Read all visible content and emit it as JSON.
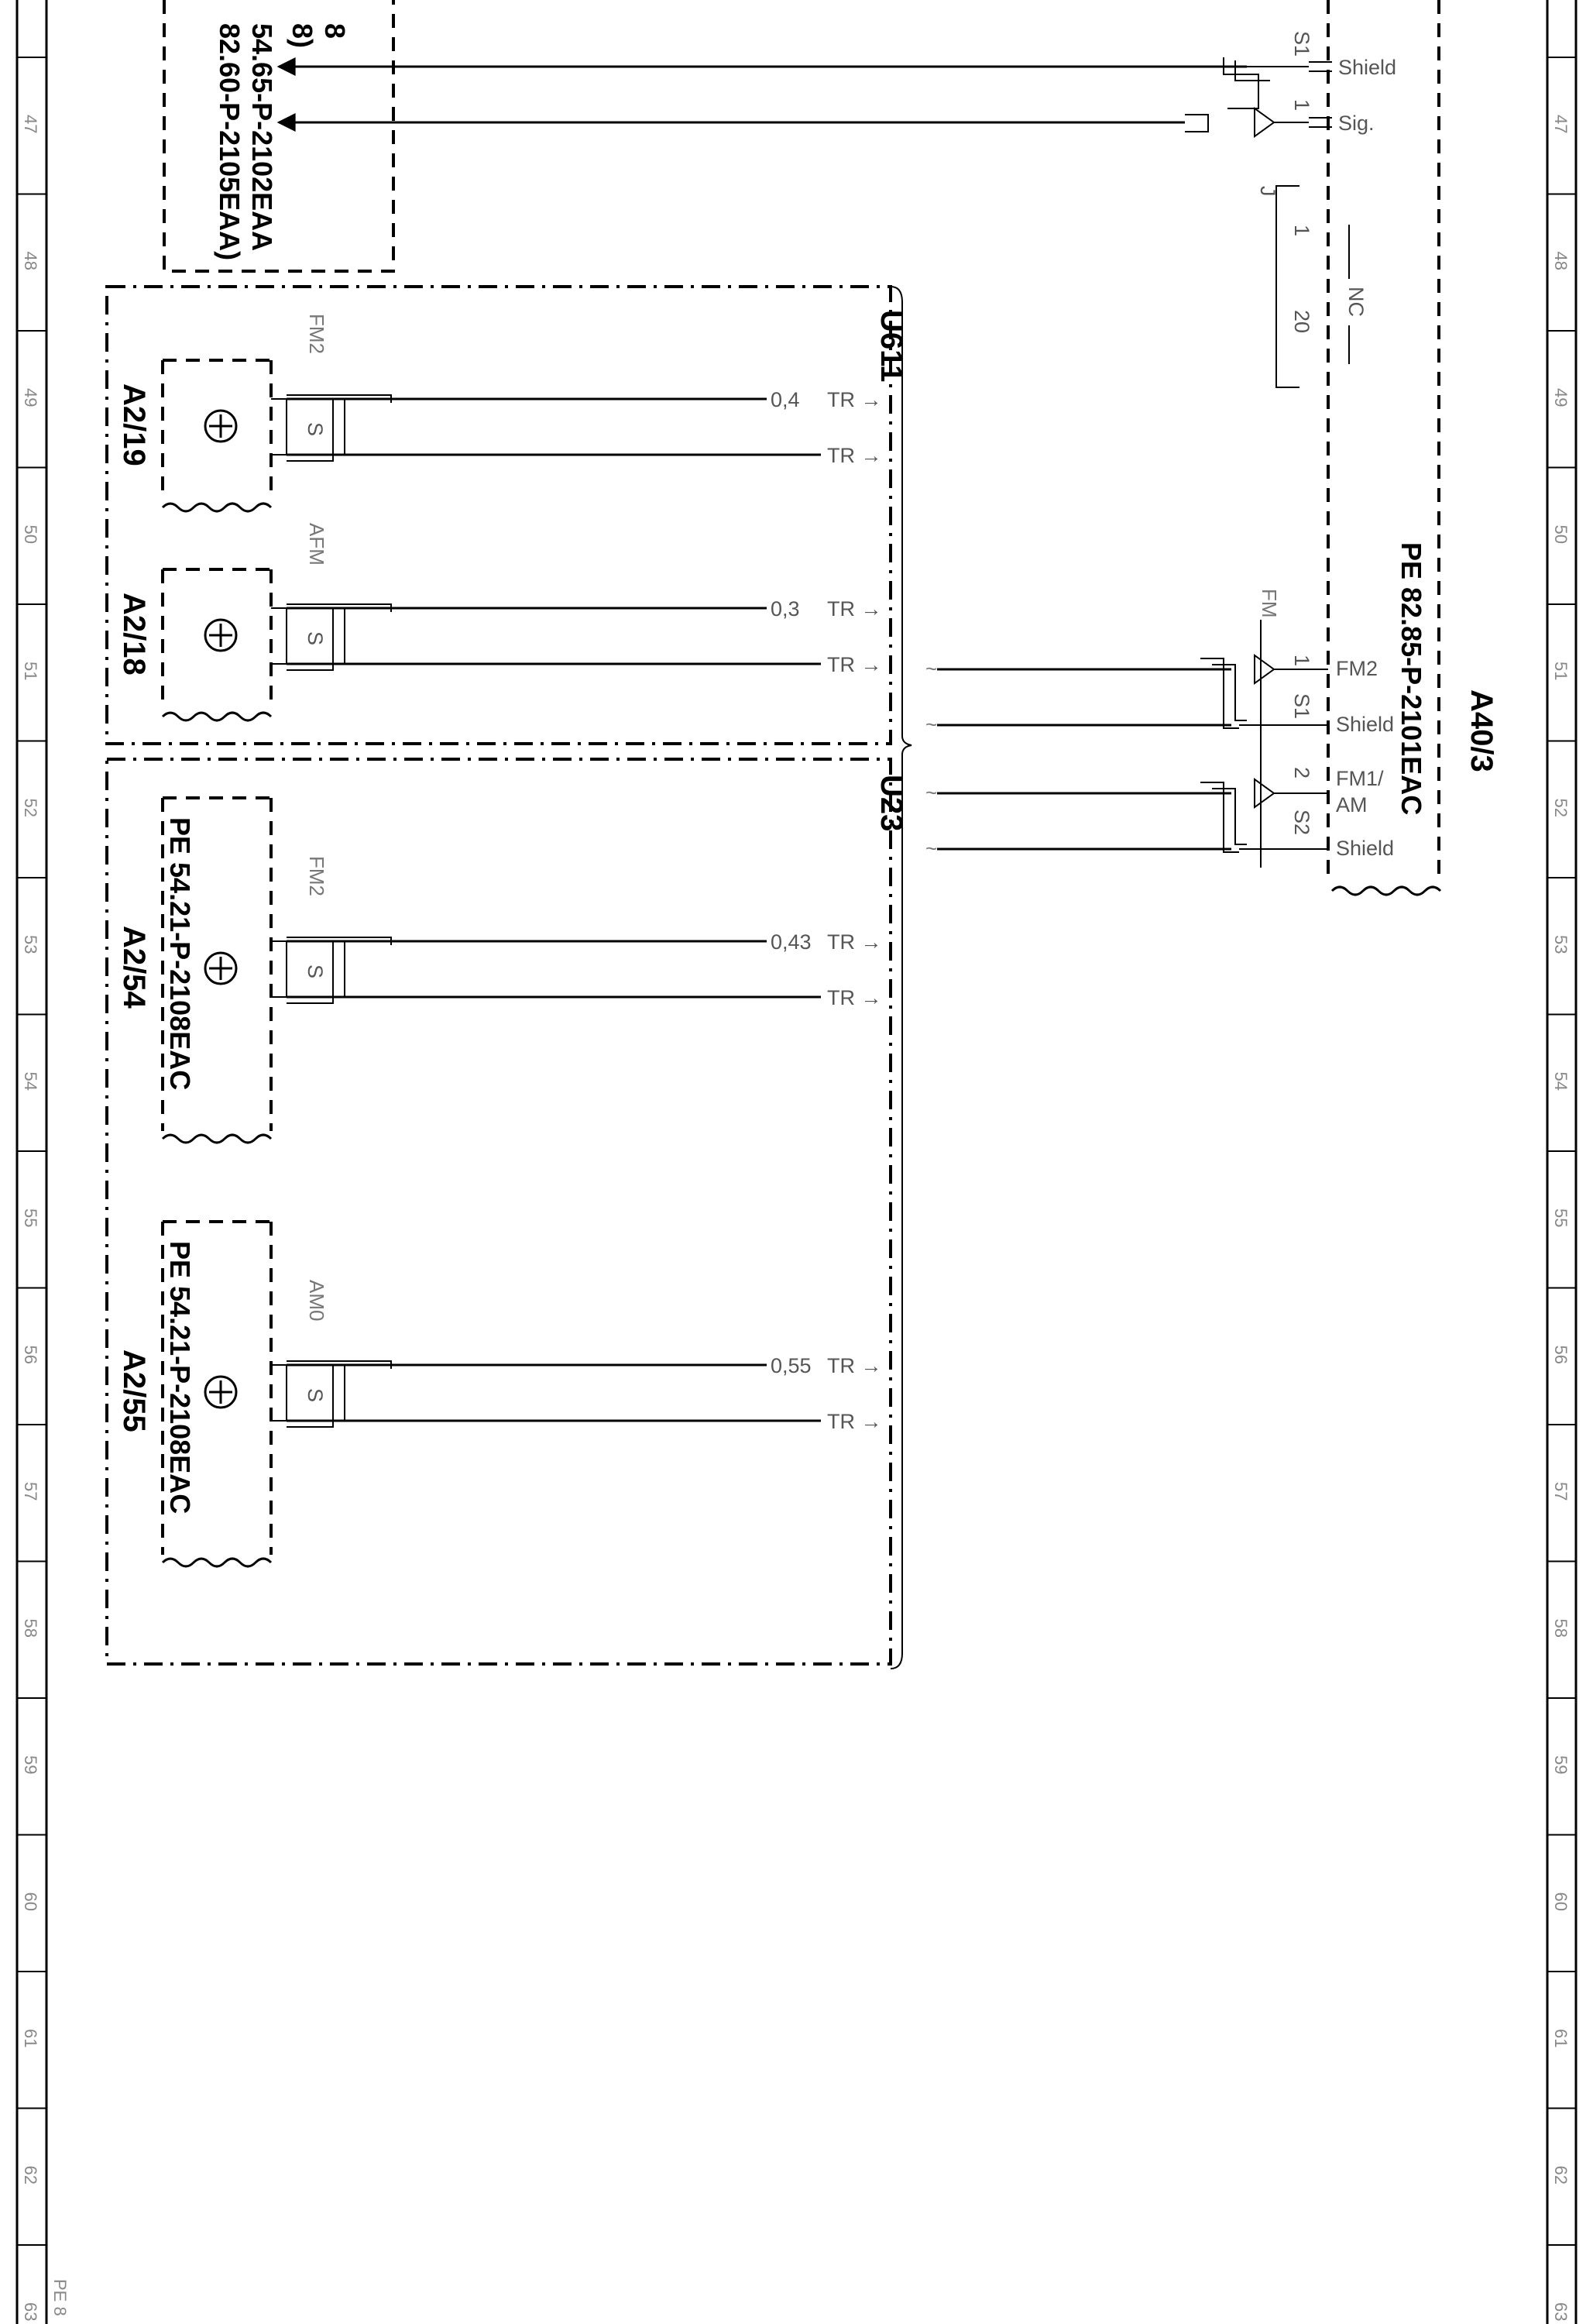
{
  "top_block": {
    "ref_line1": "8",
    "ref_line2": "8)",
    "ref_line3": "54.65-P-2102EAA",
    "ref_line4": "82.60-P-2105EAA)"
  },
  "connector_j": {
    "name": "J",
    "pin_start": "1",
    "pin_end": "20",
    "nc": "NC"
  },
  "top_pins": [
    {
      "pin": "S1",
      "label": "Shield"
    },
    {
      "pin": "1",
      "label": "Sig."
    }
  ],
  "groups": [
    {
      "name": "U611"
    },
    {
      "name": "U23"
    }
  ],
  "antennas": [
    {
      "id": "A2/19",
      "band": "FM2",
      "value": "0,4",
      "ref": ""
    },
    {
      "id": "A2/18",
      "band": "AFM",
      "value": "0,3",
      "ref": ""
    },
    {
      "id": "A2/54",
      "band": "FM2",
      "value": "0,43",
      "ref": "PE 54.21-P-2108EAC"
    },
    {
      "id": "A2/55",
      "band": "AM0",
      "value": "0,55",
      "ref": "PE 54.21-P-2108EAC"
    }
  ],
  "wire_tag": "TR",
  "shield_pin": "S",
  "module": {
    "id": "A40/3",
    "ref": "PE 82.85-P-2101EAC",
    "fm_label": "FM",
    "pins": [
      {
        "pin": "1",
        "label": "FM2"
      },
      {
        "pin": "S1",
        "label": "Shield"
      },
      {
        "pin": "2",
        "label": "FM1/"
      },
      {
        "pin": "",
        "label": "AM"
      },
      {
        "pin": "S2",
        "label": "Shield"
      }
    ]
  },
  "ruler_ticks": [
    "47",
    "48",
    "49",
    "50",
    "51",
    "52",
    "53",
    "54",
    "55",
    "56",
    "57",
    "58",
    "59",
    "60",
    "61",
    "62",
    "63"
  ],
  "footer": {
    "ref_label": "PE 8"
  }
}
